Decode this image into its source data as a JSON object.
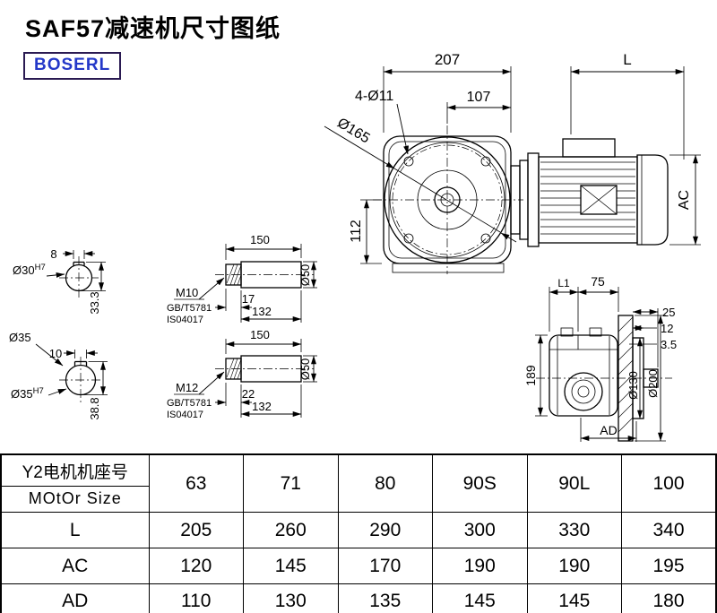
{
  "page": {
    "title": "SAF57减速机尺寸图纸",
    "brand": "BOSERL"
  },
  "colors": {
    "brand_text": "#2438c8",
    "brand_border": "#2a1a52",
    "line": "#000000"
  },
  "main_view": {
    "width_207": "207",
    "len_L": "L",
    "width_107": "107",
    "holes": "4-Ø11",
    "flange_dia": "Ø165",
    "height_112": "112",
    "ac": "AC"
  },
  "shaft_a": {
    "section": {
      "key_w": "8",
      "bore": "Ø30",
      "bore_tol": "H7",
      "depth": "33.3"
    },
    "side": {
      "len": "150",
      "thread": "M10",
      "std1": "GB/T5781",
      "std2": "IS04017",
      "thread_len": "17",
      "body_len": "132",
      "dia": "Ø50"
    }
  },
  "shaft_b": {
    "dia_note": "Ø35",
    "section": {
      "key_w": "10",
      "bore": "Ø35",
      "bore_tol": "H7",
      "depth": "38.8"
    },
    "side": {
      "len": "150",
      "thread": "M12",
      "std1": "GB/T5781",
      "std2": "IS04017",
      "thread_len": "22",
      "body_len": "132",
      "dia": "Ø50"
    }
  },
  "side_view": {
    "l1": "L1",
    "d75": "75",
    "d25": "25",
    "d12": "12",
    "d3_5": "3.5",
    "h189": "189",
    "dia130": "Ø130",
    "dia200": "Ø200",
    "ad": "AD"
  },
  "table": {
    "header": {
      "cn": "Y2电机机座号",
      "en": "MOtOr Size"
    },
    "sizes": [
      "63",
      "71",
      "80",
      "90S",
      "90L",
      "100"
    ],
    "rows": [
      {
        "label": "L",
        "values": [
          "205",
          "260",
          "290",
          "300",
          "330",
          "340"
        ]
      },
      {
        "label": "AC",
        "values": [
          "120",
          "145",
          "170",
          "190",
          "190",
          "195"
        ]
      },
      {
        "label": "AD",
        "values": [
          "110",
          "130",
          "135",
          "145",
          "145",
          "180"
        ]
      }
    ]
  }
}
